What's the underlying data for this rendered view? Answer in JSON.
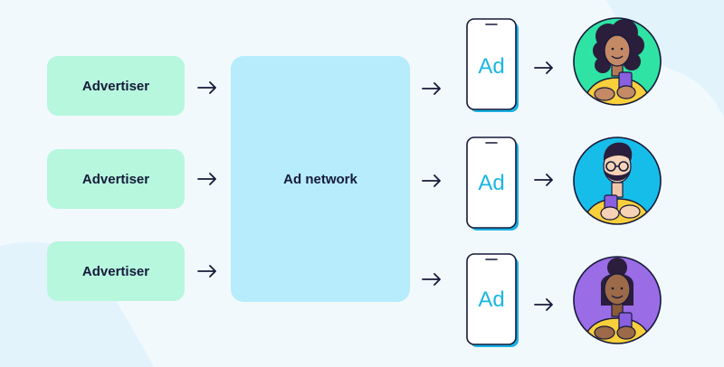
{
  "diagram": {
    "advertisers": [
      {
        "label": "Advertiser"
      },
      {
        "label": "Advertiser"
      },
      {
        "label": "Advertiser"
      }
    ],
    "network": {
      "label": "Ad network"
    },
    "phones": [
      {
        "label": "Ad"
      },
      {
        "label": "Ad"
      },
      {
        "label": "Ad"
      }
    ],
    "users": [
      {
        "icon": "woman-curly-hair-avatar-icon",
        "bg_color": "#2fe3a4"
      },
      {
        "icon": "man-glasses-beard-avatar-icon",
        "bg_color": "#17bde9"
      },
      {
        "icon": "woman-dark-hair-avatar-icon",
        "bg_color": "#9a6ce6"
      }
    ],
    "colors": {
      "advertiser_fill": "#b6f7de",
      "network_fill": "#b6ecfb",
      "ad_text": "#19b7e4",
      "ink": "#161a3a",
      "shirt": "#f9cf3c"
    }
  }
}
